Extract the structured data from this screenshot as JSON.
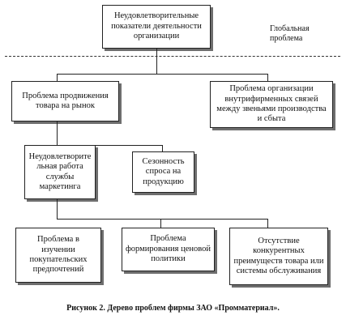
{
  "tree": {
    "root": "Неудовлетворительные показатели деятельности организации",
    "global_label": "Глобальная проблема",
    "level2": {
      "left": "Проблема продвижения товара на рынок",
      "right": "Проблема организации внутрифирменных связей между звеньями производства и сбыта"
    },
    "level3": {
      "left": "Неудовлетворите льная работа службы маркетинга",
      "right": "Сезонность спроса на продукцию"
    },
    "level4": {
      "left": "Проблема в изучении покупательских предпочтений",
      "middle": "Проблема формирования ценовой политики",
      "right": "Отсутствие конкурентных преимуществ товара или системы обслуживания"
    }
  },
  "caption": "Рисунок 2. Дерево проблем фирмы ЗАО «Промматериал»."
}
